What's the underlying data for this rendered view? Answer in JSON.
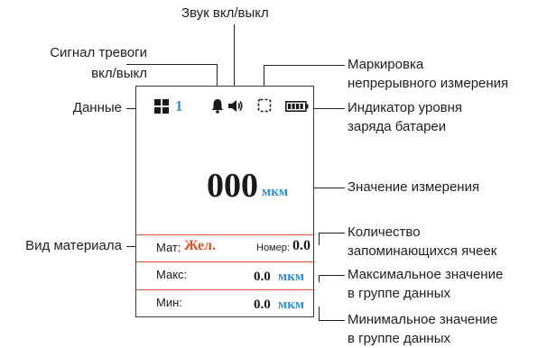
{
  "callouts": {
    "sound": "Звук вкл/выкл",
    "alarm_line1": "Сигнал тревоги",
    "alarm_line2": "вкл/выкл",
    "data": "Данные",
    "continuous_line1": "Маркировка",
    "continuous_line2": "непрерывного измерения",
    "battery_line1": "Индикатор уровня",
    "battery_line2": "заряда батареи",
    "measurement": "Значение измерения",
    "material": "Вид материала",
    "cells_line1": "Количество",
    "cells_line2": "запоминающихся ячеек",
    "max_line1": "Максимальное значение",
    "max_line2": "в группе данных",
    "min_line1": "Минимальное значение",
    "min_line2": "в группе данных"
  },
  "screen": {
    "data_number": "1",
    "measurement_value": "000",
    "measurement_unit": "мкм",
    "material_label": "Мат:",
    "material_value": "Жел.",
    "cells_label": "Номер:",
    "cells_value": "0.0",
    "max_label": "Макс:",
    "max_value": "0.0",
    "max_unit": "мкм",
    "min_label": "Мин:",
    "min_value": "0.0",
    "min_unit": "мкм"
  },
  "icons": {
    "data": "grid-icon",
    "alarm": "bell-icon",
    "sound": "speaker-icon",
    "continuous": "dashed-square-icon",
    "battery": "battery-icon"
  },
  "colors": {
    "accent_blue": "#2e8fd6",
    "accent_red": "#d9542b"
  }
}
